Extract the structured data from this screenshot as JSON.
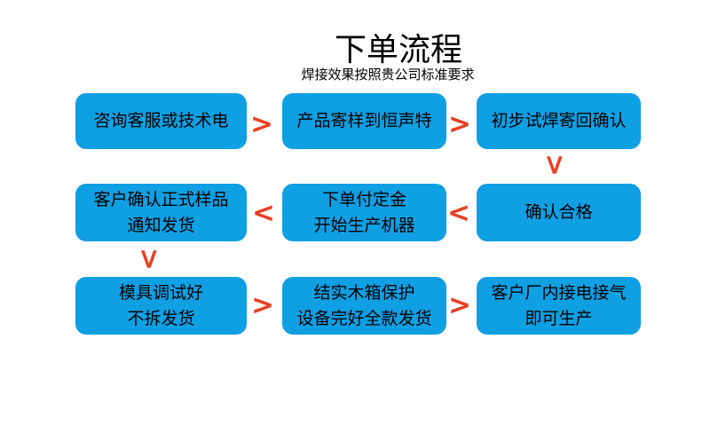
{
  "page": {
    "title": "下单流程",
    "subtitle": "焊接效果按照贵公司标准要求"
  },
  "colors": {
    "background": "#ffffff",
    "box_fill": "#0f9fe3",
    "arrow_red": "#e93e22",
    "text": "#000000"
  },
  "flow": {
    "steps": [
      {
        "id": 1,
        "lines": [
          "咨询客服或技术电"
        ]
      },
      {
        "id": 2,
        "lines": [
          "产品寄样到恒声特"
        ]
      },
      {
        "id": 3,
        "lines": [
          "初步试焊寄回确认"
        ]
      },
      {
        "id": 4,
        "lines": [
          "客户确认正式样品",
          "通知发货"
        ]
      },
      {
        "id": 5,
        "lines": [
          "下单付定金",
          "开始生产机器"
        ]
      },
      {
        "id": 6,
        "lines": [
          "确认合格"
        ]
      },
      {
        "id": 7,
        "lines": [
          "模具调试好",
          "不拆发货"
        ]
      },
      {
        "id": 8,
        "lines": [
          "结实木箱保护",
          "设备完好全款发货"
        ]
      },
      {
        "id": 9,
        "lines": [
          "客户厂内接电接气",
          "即可生产"
        ]
      }
    ],
    "arrows": [
      {
        "glyph": ">",
        "direction": "right",
        "from_step": 1,
        "to_step": 2
      },
      {
        "glyph": ">",
        "direction": "right",
        "from_step": 2,
        "to_step": 3
      },
      {
        "glyph": ">",
        "direction": "down",
        "from_step": 3,
        "to_step": 6
      },
      {
        "glyph": "<",
        "direction": "left",
        "from_step": 6,
        "to_step": 5
      },
      {
        "glyph": "<",
        "direction": "left",
        "from_step": 5,
        "to_step": 4
      },
      {
        "glyph": ">",
        "direction": "down",
        "from_step": 4,
        "to_step": 7
      },
      {
        "glyph": ">",
        "direction": "right",
        "from_step": 7,
        "to_step": 8
      },
      {
        "glyph": ">",
        "direction": "right",
        "from_step": 8,
        "to_step": 9
      }
    ]
  }
}
